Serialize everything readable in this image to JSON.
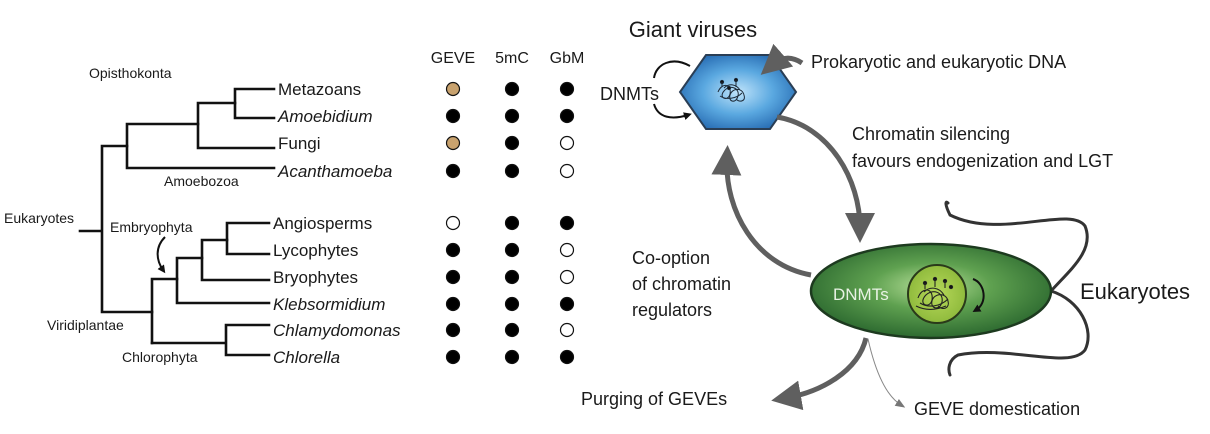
{
  "colors": {
    "tan": "#c8a26e",
    "black": "#000000",
    "hex_fill_inner": "#8cc8f0",
    "hex_fill_outer": "#2e73b8",
    "cell_inner": "#8fc57a",
    "cell_outer": "#2e6b32",
    "nucleus": "#9cc23f",
    "arrow_gray": "#5f5f5f"
  },
  "tree": {
    "clade_labels": {
      "opisthokonta": "Opisthokonta",
      "amoebozoa": "Amoebozoa",
      "eukaryotes": "Eukaryotes",
      "embryophyta": "Embryophyta",
      "viridiplantae": "Viridiplantae",
      "chlorophyta": "Chlorophyta"
    },
    "columns": [
      "GEVE",
      "5mC",
      "GbM"
    ],
    "taxa": [
      {
        "name": "Metazoans",
        "italic": false,
        "GEVE": "tan",
        "5mC": "filled",
        "GbM": "filled"
      },
      {
        "name": "Amoebidium",
        "italic": true,
        "GEVE": "filled",
        "5mC": "filled",
        "GbM": "filled"
      },
      {
        "name": "Fungi",
        "italic": false,
        "GEVE": "tan",
        "5mC": "filled",
        "GbM": "empty"
      },
      {
        "name": "Acanthamoeba",
        "italic": true,
        "GEVE": "filled",
        "5mC": "filled",
        "GbM": "empty"
      },
      {
        "name": "Angiosperms",
        "italic": false,
        "GEVE": "empty",
        "5mC": "filled",
        "GbM": "filled"
      },
      {
        "name": "Lycophytes",
        "italic": false,
        "GEVE": "filled",
        "5mC": "filled",
        "GbM": "empty"
      },
      {
        "name": "Bryophytes",
        "italic": false,
        "GEVE": "filled",
        "5mC": "filled",
        "GbM": "empty"
      },
      {
        "name": "Klebsormidium",
        "italic": true,
        "GEVE": "filled",
        "5mC": "filled",
        "GbM": "filled"
      },
      {
        "name": "Chlamydomonas",
        "italic": true,
        "GEVE": "filled",
        "5mC": "filled",
        "GbM": "empty"
      },
      {
        "name": "Chlorella",
        "italic": true,
        "GEVE": "filled",
        "5mC": "filled",
        "GbM": "filled"
      }
    ]
  },
  "cycle": {
    "giant_viruses": "Giant viruses",
    "virus_dnmts": "DNMTs",
    "prok_euk_dna": "Prokaryotic and eukaryotic DNA",
    "silencing_line1": "Chromatin silencing",
    "silencing_line2": "favours endogenization and LGT",
    "cooption_line1": "Co-option",
    "cooption_line2": "of chromatin",
    "cooption_line3": "regulators",
    "cell_dnmts": "DNMTs",
    "eukaryotes": "Eukaryotes",
    "purging": "Purging of GEVEs",
    "domestication": "GEVE domestication"
  }
}
